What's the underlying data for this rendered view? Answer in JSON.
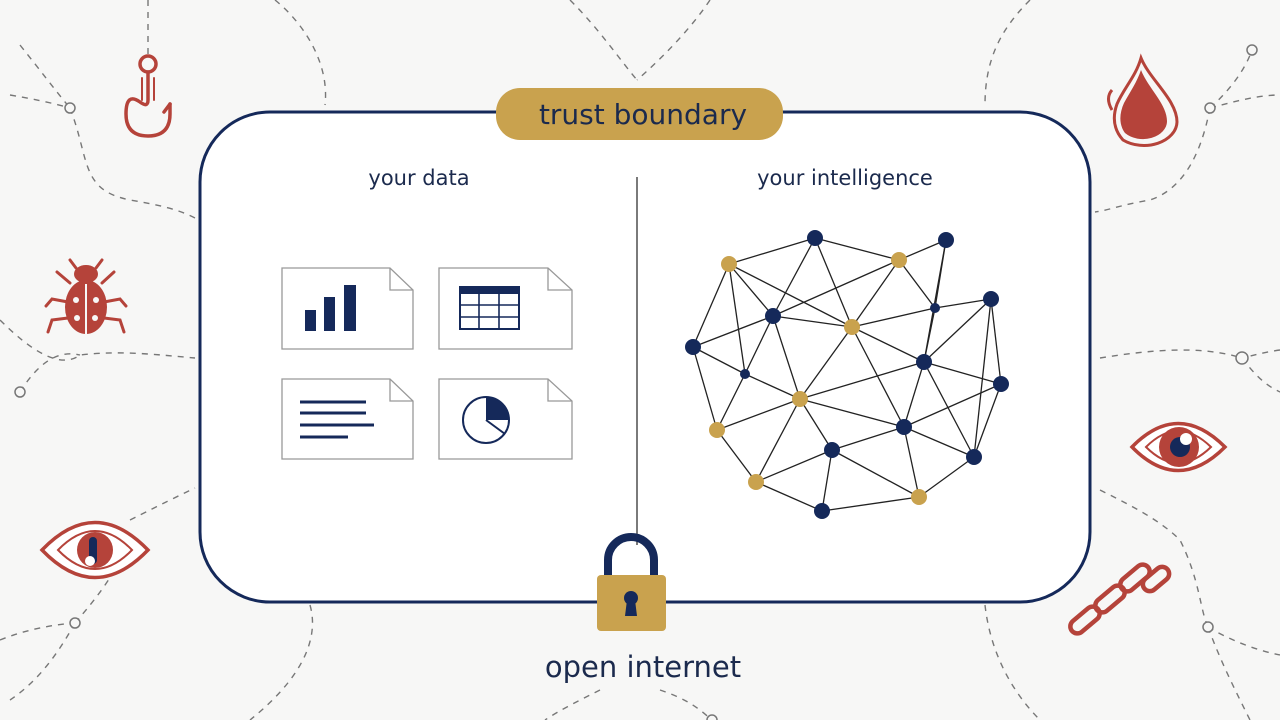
{
  "boundary": {
    "label": "trust boundary",
    "left_heading": "your data",
    "right_heading": "your intelligence",
    "outside_label": "open internet"
  },
  "colors": {
    "navy": "#15295a",
    "gold": "#c9a24e",
    "threat_red": "#b5433a",
    "dashed": "#777777",
    "background": "#f7f7f6"
  },
  "data_documents": [
    {
      "name": "bar-chart-document",
      "icon": "bar-chart-icon"
    },
    {
      "name": "table-document",
      "icon": "table-grid-icon"
    },
    {
      "name": "text-document",
      "icon": "text-lines-icon"
    },
    {
      "name": "pie-chart-document",
      "icon": "pie-chart-icon"
    }
  ],
  "threat_icons": [
    "fishhook-icon",
    "bug-icon",
    "eye-icon",
    "blood-drop-icon",
    "eye-icon",
    "chain-link-icon"
  ],
  "lock_icon": "padlock-icon"
}
